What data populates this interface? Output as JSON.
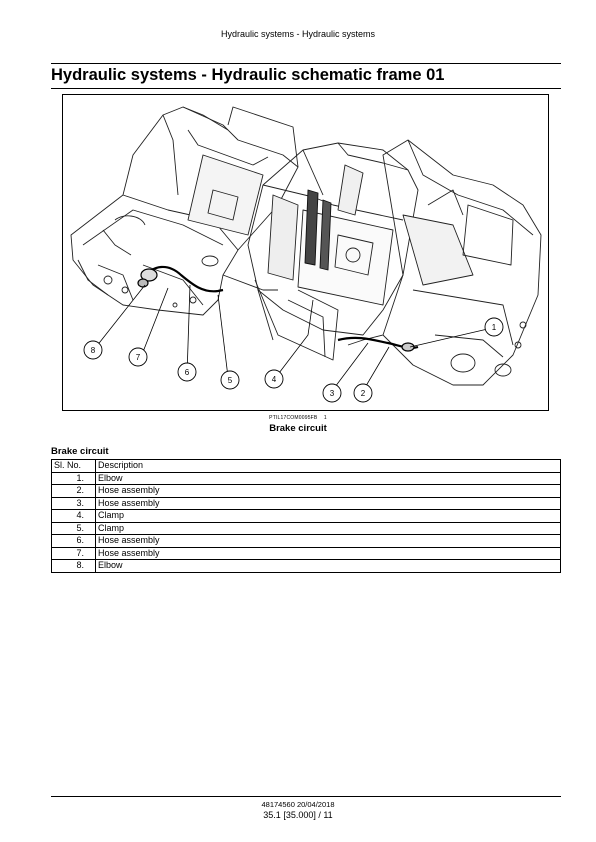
{
  "header": {
    "running_title": "Hydraulic systems - Hydraulic systems"
  },
  "page_title": "Hydraulic systems - Hydraulic schematic frame 01",
  "figure": {
    "code": "PTIL17COM0095FB",
    "number": "1",
    "caption": "Brake circuit",
    "callouts": [
      "1",
      "2",
      "3",
      "4",
      "5",
      "6",
      "7",
      "8"
    ]
  },
  "parts_section": {
    "title": "Brake circuit",
    "columns": [
      "Sl. No.",
      "Description"
    ],
    "rows": [
      {
        "no": "1.",
        "description": "Elbow"
      },
      {
        "no": "2.",
        "description": "Hose assembly"
      },
      {
        "no": "3.",
        "description": "Hose assembly"
      },
      {
        "no": "4.",
        "description": "Clamp"
      },
      {
        "no": "5.",
        "description": "Clamp"
      },
      {
        "no": "6.",
        "description": "Hose assembly"
      },
      {
        "no": "7.",
        "description": "Hose assembly"
      },
      {
        "no": "8.",
        "description": "Elbow"
      }
    ]
  },
  "footer": {
    "doc_ref": "48174560 20/04/2018",
    "page_ref": "35.1 [35.000] / 11"
  }
}
